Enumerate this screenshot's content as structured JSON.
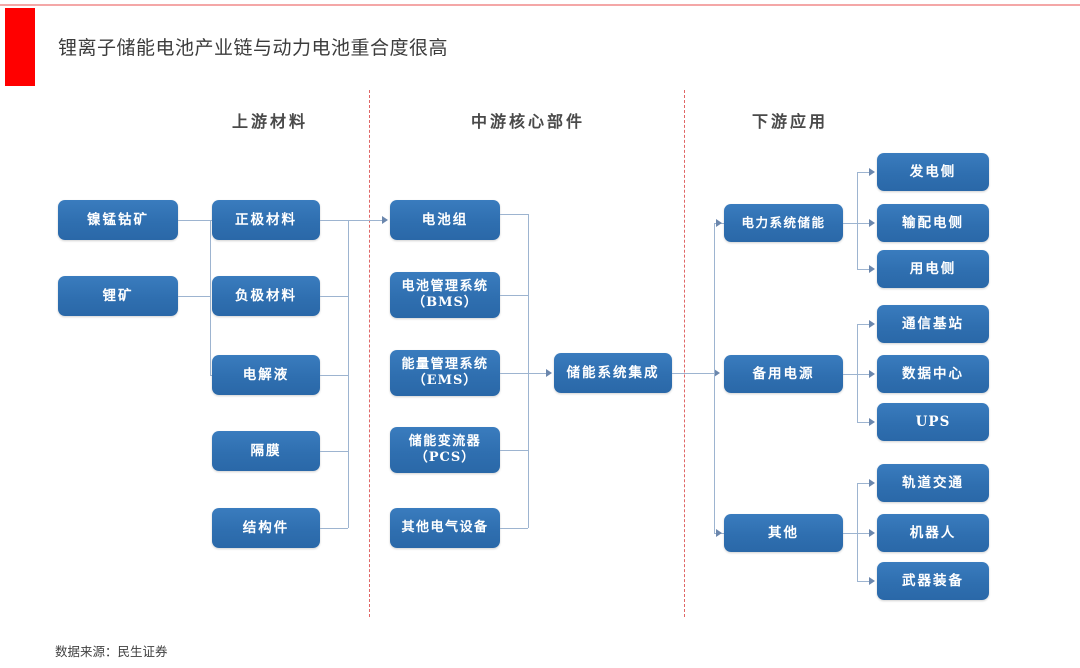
{
  "title": "锂离子储能电池产业链与动力电池重合度很高",
  "footer": "数据来源：民生证券",
  "colors": {
    "accent_red": "#ff0000",
    "node_blue": "#2f6fb0",
    "divider_red": "#e06666",
    "connector_gray": "#9db4d0"
  },
  "stages": [
    {
      "label": "上游材料"
    },
    {
      "label": "中游核心部件"
    },
    {
      "label": "下游应用"
    }
  ],
  "nodes": {
    "raw_materials": [
      {
        "label": "镍锰钴矿"
      },
      {
        "label": "锂矿"
      }
    ],
    "upstream_materials": [
      {
        "label": "正极材料"
      },
      {
        "label": "负极材料"
      },
      {
        "label": "电解液"
      },
      {
        "label": "隔膜"
      },
      {
        "label": "结构件"
      }
    ],
    "midstream_components": [
      {
        "label": "电池组",
        "line1": "电池组",
        "line2": ""
      },
      {
        "label": "电池管理系统（BMS）",
        "line1": "电池管理系统",
        "line2": "（BMS）"
      },
      {
        "label": "能量管理系统（EMS）",
        "line1": "能量管理系统",
        "line2": "（EMS）"
      },
      {
        "label": "储能变流器（PCS）",
        "line1": "储能变流器",
        "line2": "（PCS）"
      },
      {
        "label": "其他电气设备",
        "line1": "其他电气设备",
        "line2": ""
      }
    ],
    "integration": {
      "label": "储能系统集成"
    },
    "applications": [
      {
        "label": "电力系统储能",
        "children": [
          {
            "label": "发电侧"
          },
          {
            "label": "输配电侧"
          },
          {
            "label": "用电侧"
          }
        ]
      },
      {
        "label": "备用电源",
        "children": [
          {
            "label": "通信基站"
          },
          {
            "label": "数据中心"
          },
          {
            "label": "UPS"
          }
        ]
      },
      {
        "label": "其他",
        "children": [
          {
            "label": "轨道交通"
          },
          {
            "label": "机器人"
          },
          {
            "label": "武器装备"
          }
        ]
      }
    ]
  }
}
